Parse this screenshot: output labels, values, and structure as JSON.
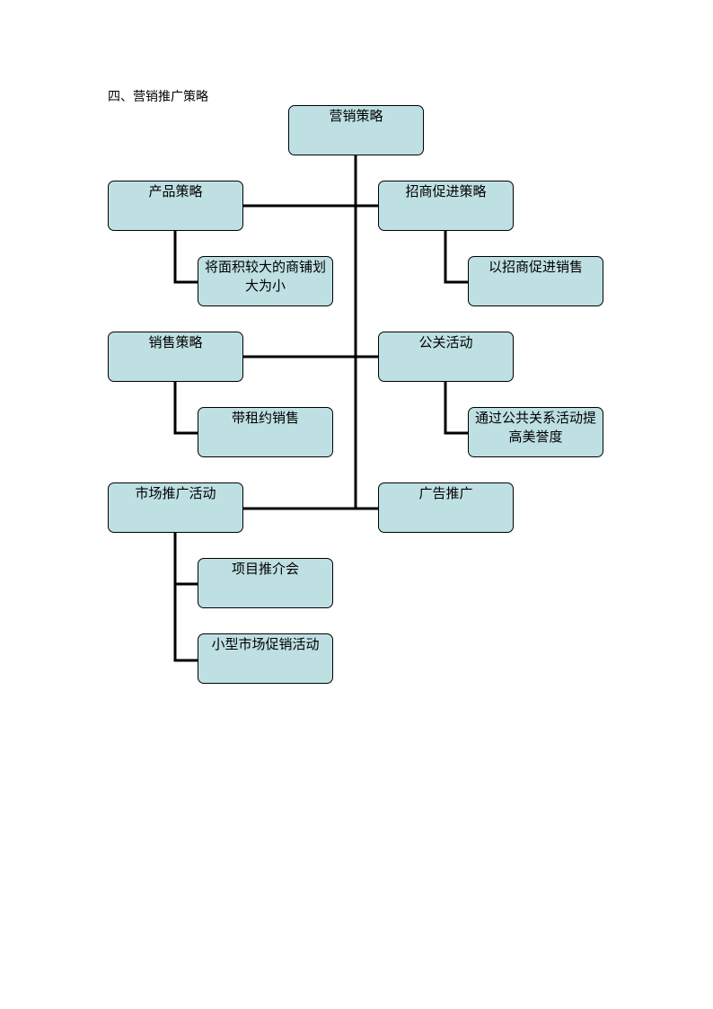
{
  "heading": "四、营销推广策略",
  "root": "营销策略",
  "left": {
    "product": "产品策略",
    "product_child": "将面积较大的商铺划大为小",
    "sales": "销售策略",
    "sales_child": "带租约销售",
    "market": "市场推广活动",
    "market_child_1": "项目推介会",
    "market_child_2": "小型市场促销活动"
  },
  "right": {
    "invest": "招商促进策略",
    "invest_child": "以招商促进销售",
    "pr": "公关活动",
    "pr_child": "通过公共关系活动提高美誉度",
    "ad": "广告推广"
  },
  "colors": {
    "node_fill": "#bfe0e3",
    "border": "#000000"
  }
}
